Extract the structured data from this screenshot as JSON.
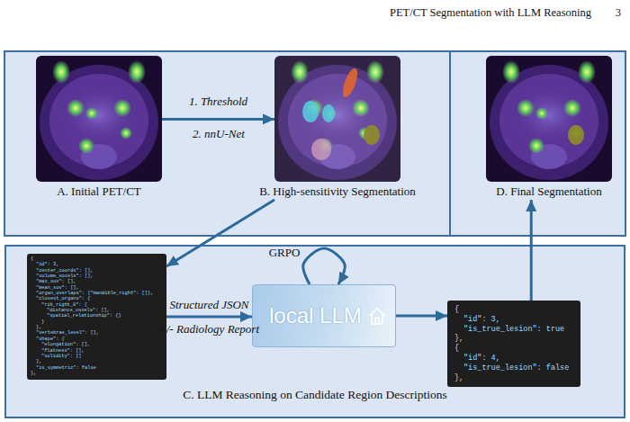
{
  "diagram": {
    "nodes": [
      {
        "text": [
          "A. Initial PET/CT"
        ]
      },
      {
        "text": [
          "B. High-sensitivity Segmentation"
        ]
      },
      {
        "text": [
          "D. Final Segmentation"
        ]
      },
      {
        "text": [
          "C. LLM Reasoning on Candidate Region Descriptions"
        ]
      },
      {
        "text": [
          "{",
          "\"id\": 3,",
          "\"center_coords\": [],",
          "\"volume_voxels\": [],",
          "\"max_suv\": [],",
          "\"mean_suv\": [],",
          "\"organ_overlaps\": {\"mandible_right\": []},",
          "\"closest_organs\": {",
          "\"rib_right_8\": {",
          "\"distance_voxels\": [],",
          "\"spatial_relationship\": {}",
          "}",
          "},",
          "\"vertebrae_level\": [],",
          "\"shape\": {",
          "\"elongation\": [],",
          "\"flatness\": [],",
          "\"solidity\": []",
          "},",
          "\"is_symmetric\": false",
          "},"
        ],
        "in": 3
      },
      {
        "text": [
          "local LLM"
        ],
        "in": 3
      },
      {
        "text": [
          "{",
          "\"id\": 3,",
          "\"is_true_lesion\": true",
          "},",
          "{",
          "\"id\": 4,",
          "\"is_true_lesion\": false",
          "},"
        ],
        "in": 3
      }
    ],
    "edges": [
      {
        "from": 0,
        "to": 1,
        "label": "1. Threshold",
        "arrow": "to"
      },
      {
        "from": 1,
        "to": 4,
        "arrow": "to"
      },
      {
        "from": 4,
        "to": 5,
        "label": "Structured JSON",
        "arrow": "to"
      },
      {
        "from": 5,
        "to": 6,
        "arrow": "to"
      },
      {
        "from": 6,
        "to": 2,
        "arrow": "to"
      },
      {
        "from": 5,
        "to": 5,
        "label": "GRPO",
        "arrow": "to"
      }
    ],
    "labels": [
      "PET/CT Segmentation with LLM Reasoning",
      "3",
      "2. nnU-Net",
      "+/- Radiology Report"
    ]
  }
}
